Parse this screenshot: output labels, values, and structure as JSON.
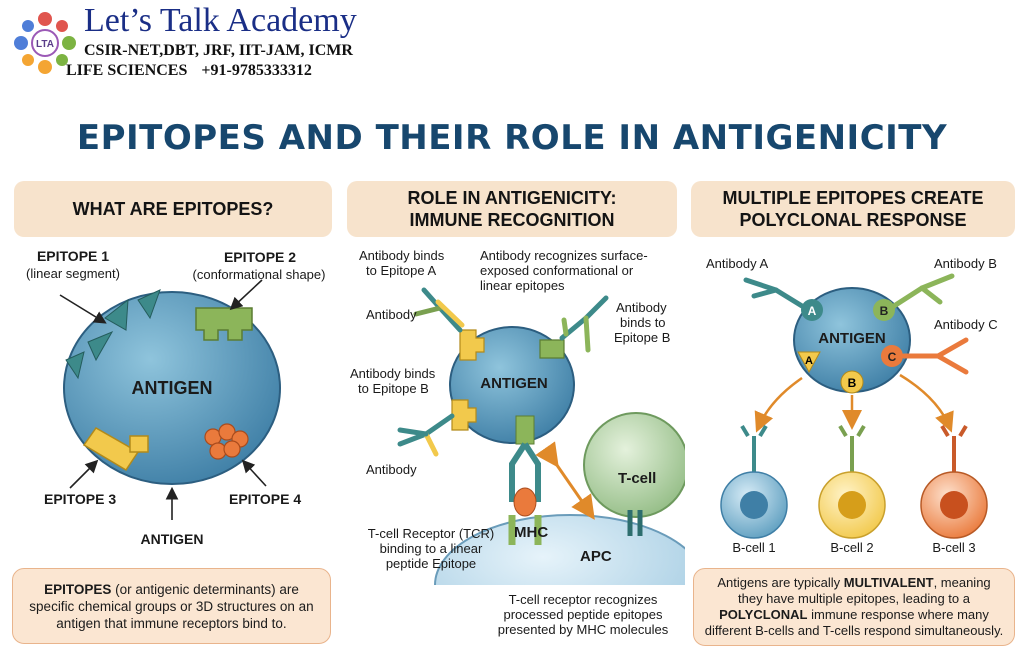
{
  "header": {
    "brand_name": "Let’s Talk Academy",
    "line1": "CSIR-NET,DBT, JRF, IIT-JAM, ICMR",
    "line2_subject": "LIFE SCIENCES",
    "line2_phone": "+91-9785333312",
    "logo_text": "LTA"
  },
  "title": "EPITOPES AND THEIR ROLE IN ANTIGENICITY",
  "panel1": {
    "heading": "WHAT ARE EPITOPES?",
    "epitope1": "EPITOPE 1",
    "epitope1_sub": "(linear segment)",
    "epitope2": "EPITOPE 2",
    "epitope2_sub": "(conformational shape)",
    "antigen_center": "ANTIGEN",
    "epitope3": "EPITOPE 3",
    "epitope4": "EPITOPE 4",
    "antigen_bottom": "ANTIGEN",
    "note_bold": "EPITOPES",
    "note_text": " (or antigenic determinants) are specific chemical groups or 3D structures on an antigen that immune receptors bind to."
  },
  "panel2": {
    "heading_line1": "ROLE IN ANTIGENICITY:",
    "heading_line2": "IMMUNE RECOGNITION",
    "ab_binds_a_1": "Antibody binds",
    "ab_binds_a_2": "to Epitope A",
    "ab_recognizes_1": "Antibody recognizes surface-",
    "ab_recognizes_2": "exposed conformational or",
    "ab_recognizes_3": "linear epitopes",
    "antibody_left": "Antibody",
    "ab_binds_b_right_1": "Antibody",
    "ab_binds_b_right_2": "binds to",
    "ab_binds_b_right_3": "Epitope B",
    "ab_binds_b_left_1": "Antibody binds",
    "ab_binds_b_left_2": "to Epitope B",
    "antigen": "ANTIGEN",
    "antibody_bottom": "Antibody",
    "tcell": "T-cell",
    "mhc": "MHC",
    "apc": "APC",
    "tcr_1": "T-cell Receptor (TCR)",
    "tcr_2": "binding to a linear",
    "tcr_3": "peptide Epitope",
    "tcell_note_1": "T-cell receptor recognizes",
    "tcell_note_2": "processed peptide epitopes",
    "tcell_note_3": "presented by MHC molecules"
  },
  "panel3": {
    "heading_line1": "MULTIPLE EPITOPES CREATE",
    "heading_line2": "POLYCLONAL RESPONSE",
    "antibody_a": "Antibody A",
    "antibody_b": "Antibody B",
    "antibody_c": "Antibody C",
    "antigen": "ANTIGEN",
    "letter_a": "A",
    "letter_b": "B",
    "letter_c": "C",
    "bcell1": "B-cell 1",
    "bcell2": "B-cell 2",
    "bcell3": "B-cell 3",
    "note_pre": "Antigens are typically ",
    "note_bold1": "MULTIVALENT",
    "note_mid": ", meaning they have multiple epitopes, leading to a ",
    "note_bold2": "POLYCLONAL",
    "note_post": " immune response where many different B-cells and T-cells respond simultaneously."
  },
  "colors": {
    "title": "#17476e",
    "antigen_fill": "#5f9fc0",
    "panel_header": "#f7e3cc",
    "brand": "#1a2e86",
    "epitope_yellow": "#f2c94c",
    "epitope_green": "#8cb55a",
    "epitope_orange": "#ea7a3c",
    "epitope_teal": "#3d8a8a"
  }
}
